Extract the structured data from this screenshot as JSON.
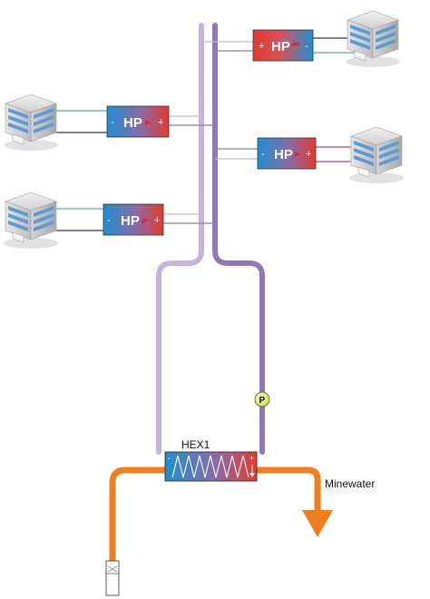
{
  "heat_pumps": [
    {
      "label": "HP",
      "left_sign": "+",
      "right_sign": "-"
    },
    {
      "label": "HP",
      "left_sign": "-",
      "right_sign": "+"
    },
    {
      "label": "HP",
      "left_sign": "-",
      "right_sign": "+"
    },
    {
      "label": "HP",
      "left_sign": "-",
      "right_sign": "+"
    }
  ],
  "heat_exchanger": {
    "label": "HEX1",
    "left_sign": "-",
    "right_sign": "+"
  },
  "pump": {
    "label": "P"
  },
  "minewater": {
    "label": "Minewater"
  },
  "colors": {
    "cold_pipe": "#c4b6da",
    "warm_pipe": "#8f78b9",
    "minewater_pipe": "#f07d1e",
    "hp_red": "#e43a2e",
    "hp_blue": "#1f8fcf",
    "supply_line": "#4aa8d8",
    "return_line": "#4b2e6e",
    "pink_line": "#c0408a"
  },
  "icons": {
    "building": "office-building-icon",
    "pump": "circulation-pump-icon",
    "well": "mine-shaft-icon"
  }
}
